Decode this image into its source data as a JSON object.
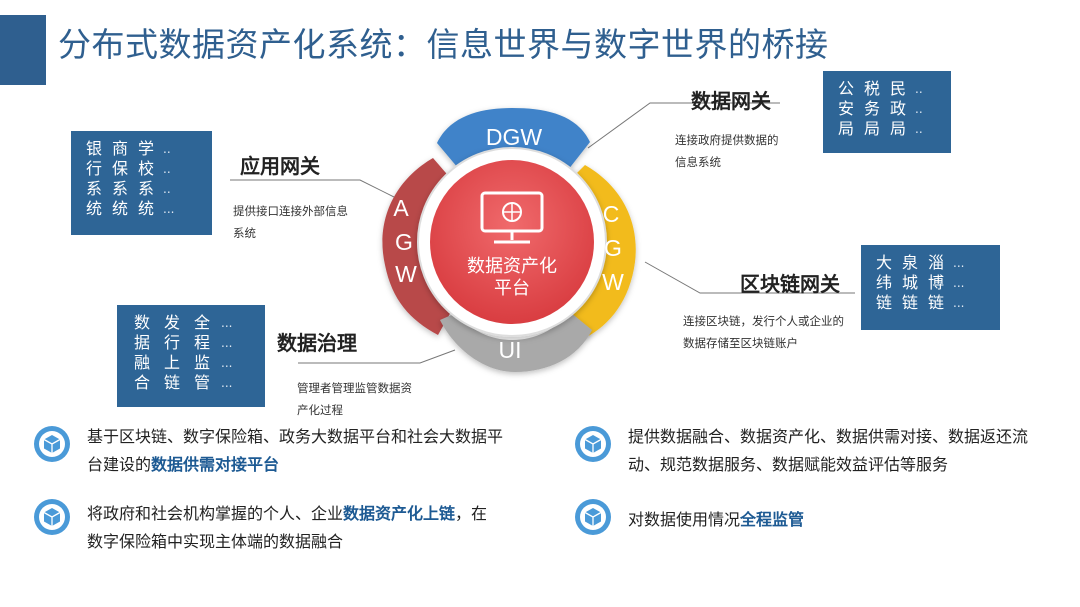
{
  "title": "分布式数据资产化系统：信息世界与数字世界的桥接",
  "center": {
    "line1": "数据资产化",
    "line2": "平台"
  },
  "segments": {
    "dgw": "DGW",
    "cgw": "CGW",
    "ui": "UI",
    "agw_a": "A",
    "agw_g": "G",
    "agw_w": "W",
    "cgw_c": "C",
    "cgw_g": "G",
    "cgw_w": "W"
  },
  "gateways": {
    "app": {
      "title": "应用网关",
      "desc1": "提供接口连接外部信息",
      "desc2": "系统"
    },
    "data": {
      "title": "数据网关",
      "desc1": "连接政府提供数据的",
      "desc2": "信息系统"
    },
    "chain": {
      "title": "区块链网关",
      "desc1": "连接区块链，发行个人或企业的",
      "desc2": "数据存储至区块链账户"
    },
    "govern": {
      "title": "数据治理",
      "desc1": "管理者管理监管数据资",
      "desc2": "产化过程"
    }
  },
  "boxes": {
    "app": [
      [
        "银",
        "商",
        "学",
        ".."
      ],
      [
        "行",
        "保",
        "校",
        ".."
      ],
      [
        "系",
        "系",
        "系",
        ".."
      ],
      [
        "统",
        "统",
        "统",
        "..."
      ]
    ],
    "data": [
      [
        "公",
        "税",
        "民",
        ".."
      ],
      [
        "安",
        "务",
        "政",
        ".."
      ],
      [
        "局",
        "局",
        "局",
        ".."
      ]
    ],
    "chain": [
      [
        "大",
        "泉",
        "淄",
        "..."
      ],
      [
        "纬",
        "城",
        "博",
        "..."
      ],
      [
        "链",
        "链",
        "链",
        "..."
      ]
    ],
    "govern": [
      [
        "数",
        "发",
        "全",
        "..."
      ],
      [
        "据",
        "行",
        "程",
        "..."
      ],
      [
        "融",
        "上",
        "监",
        "..."
      ],
      [
        "合",
        "链",
        "管",
        "..."
      ]
    ]
  },
  "bullets": {
    "b1": {
      "pre": "基于区块链、数字保险箱、政务大数据平台和社会大数据平",
      "pre2": "台建设的",
      "bold": "数据供需对接平台"
    },
    "b2": {
      "pre": "将政府和社会机构掌握的个人、企业",
      "bold": "数据资产化上链",
      "post": "，在",
      "line2": "数字保险箱中实现主体端的数据融合"
    },
    "b3": {
      "line1": "提供数据融合、数据资产化、数据供需对接、数据返还流",
      "line2": "动、规范数据服务、数据赋能效益评估等服务"
    },
    "b4": {
      "pre": "对数据使用情况",
      "bold": "全程监管"
    }
  },
  "colors": {
    "primary": "#2e6596",
    "dgw": "#3f83c9",
    "agw": "#b8484a",
    "cgw": "#f2bb1a",
    "ui": "#a9a9a9",
    "center": "#e0484b"
  }
}
